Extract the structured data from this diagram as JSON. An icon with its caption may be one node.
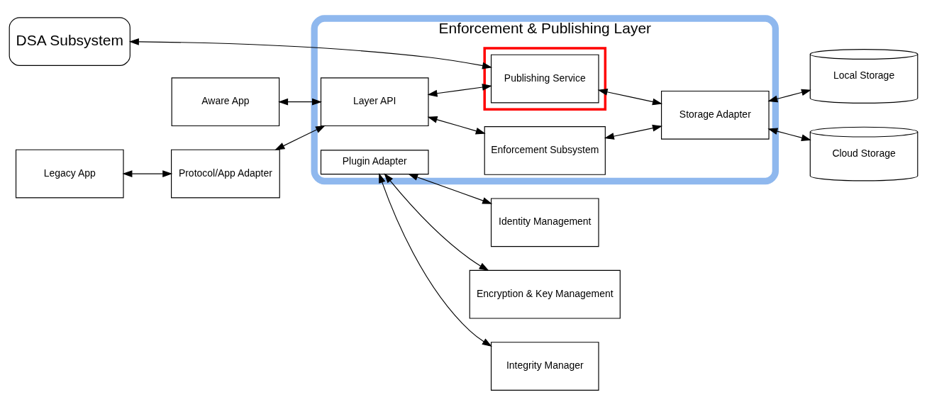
{
  "diagram": {
    "nodes": [
      {
        "text": [
          "Enforcement & Publishing Layer"
        ]
      },
      {
        "text": [
          "Aware App"
        ]
      },
      {
        "text": [
          "Legacy App"
        ]
      },
      {
        "text": [
          "Protocol/App Adapter"
        ]
      },
      {
        "text": [
          "Layer API"
        ],
        "in": 0
      },
      {
        "text": [
          "Enforcement Subsystem"
        ],
        "in": 0
      },
      {
        "text": [],
        "shape": "box",
        "in": 0
      },
      {
        "text": [
          "Publishing Service"
        ],
        "in": 6
      },
      {
        "text": [
          "Plugin Adapter"
        ],
        "in": 0
      },
      {
        "text": [
          "Storage Adapter"
        ],
        "in": 0
      },
      {
        "text": [
          "Local Storage"
        ]
      },
      {
        "text": [
          "Cloud Storage"
        ]
      },
      {
        "text": [
          "DSA Subsystem"
        ]
      },
      {
        "text": [
          "Identity Management"
        ]
      },
      {
        "text": [
          "Encryption & Key Management"
        ]
      },
      {
        "text": [
          "Integrity Manager"
        ]
      }
    ],
    "edges": [
      {
        "from": 1,
        "to": 4,
        "arrow": "both"
      },
      {
        "from": 2,
        "to": 3,
        "arrow": "both"
      },
      {
        "from": 3,
        "to": 4,
        "arrow": "both"
      },
      {
        "from": 4,
        "to": 5,
        "arrow": "both"
      },
      {
        "from": 4,
        "to": 7,
        "arrow": "both"
      },
      {
        "from": 5,
        "to": 9,
        "arrow": "both"
      },
      {
        "from": 7,
        "to": 9,
        "arrow": "both"
      },
      {
        "from": 9,
        "to": 10,
        "arrow": "both"
      },
      {
        "from": 9,
        "to": 11,
        "arrow": "both"
      },
      {
        "from": 12,
        "to": 7,
        "arrow": "both"
      },
      {
        "from": 8,
        "to": 13,
        "arrow": "both"
      },
      {
        "from": 8,
        "to": 14,
        "arrow": "both"
      },
      {
        "from": 8,
        "to": 15,
        "arrow": "both"
      }
    ]
  }
}
